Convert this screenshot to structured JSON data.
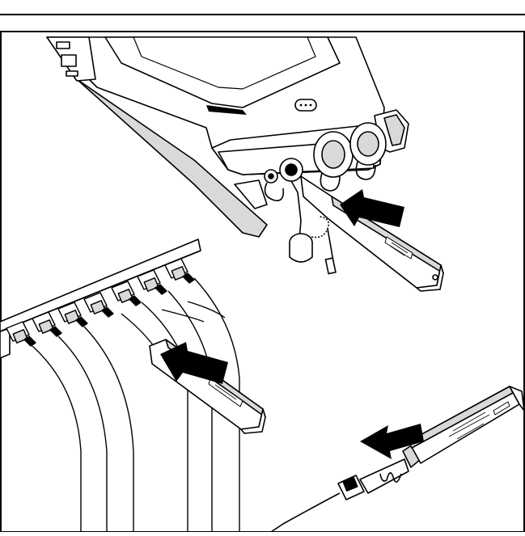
{
  "figure": {
    "colors": {
      "ink": "#000000",
      "paper": "#ffffff",
      "shade": "#d9d9d9"
    },
    "icons": [
      "fiber-tester-device",
      "insertion-arrow",
      "fiber-cleaner-pen",
      "patch-panel",
      "removal-arrow"
    ]
  }
}
